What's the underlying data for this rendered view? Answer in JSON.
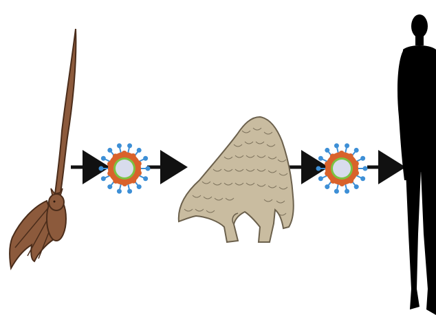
{
  "diagram": {
    "type": "transmission-chain",
    "nodes": [
      {
        "id": "bat",
        "icon": "bat-icon",
        "kind": "animal-host"
      },
      {
        "id": "virus-1",
        "icon": "virus-icon",
        "kind": "pathogen"
      },
      {
        "id": "pangolin",
        "icon": "pangolin-icon",
        "kind": "animal-host"
      },
      {
        "id": "virus-2",
        "icon": "virus-icon",
        "kind": "pathogen"
      },
      {
        "id": "human",
        "icon": "human-silhouette-icon",
        "kind": "human-host"
      }
    ],
    "edges": [
      {
        "from": "bat",
        "to": "virus-1"
      },
      {
        "from": "virus-1",
        "to": "pangolin"
      },
      {
        "from": "pangolin",
        "to": "virus-2"
      },
      {
        "from": "virus-2",
        "to": "human"
      }
    ]
  },
  "colors": {
    "bat_body": "#8c5a3c",
    "bat_outline": "#4a2c1a",
    "virus_spike": "#3d8fd6",
    "virus_ring": "#d9622b",
    "virus_inner": "#7cc242",
    "virus_core": "#d8dcec",
    "pangolin_scale": "#c9bca0",
    "pangolin_outline": "#6b604c",
    "human": "#000000",
    "arrow": "#111111"
  }
}
